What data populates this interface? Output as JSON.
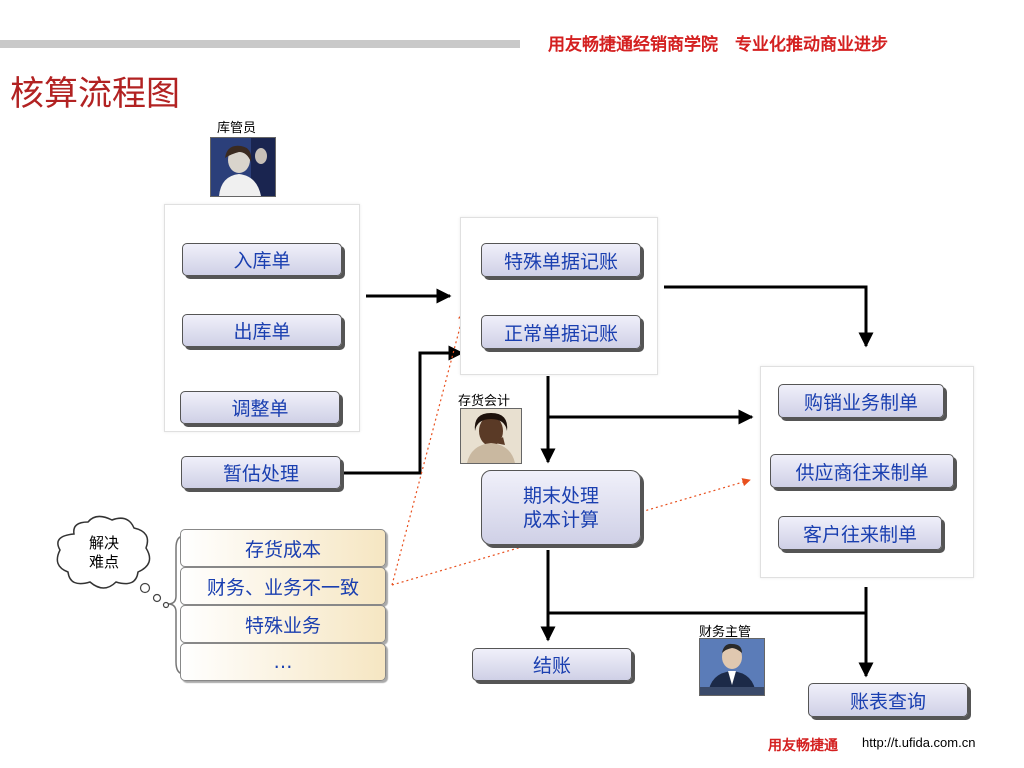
{
  "header": {
    "slogan": "用友畅捷通经销商学院　专业化推动商业进步",
    "title": "核算流程图"
  },
  "roles": {
    "warehouse": "库管员",
    "inventory_accountant": "存货会计",
    "finance_manager": "财务主管"
  },
  "documents": {
    "inbound": "入库单",
    "outbound": "出库单",
    "adjust": "调整单",
    "provisional": "暂估处理"
  },
  "posting": {
    "special": "特殊单据记账",
    "normal": "正常单据记账"
  },
  "period_end": {
    "line1": "期末处理",
    "line2": "成本计算"
  },
  "vouchers": {
    "purchase_sales": "购销业务制单",
    "supplier": "供应商往来制单",
    "customer": "客户往来制单"
  },
  "closing": "结账",
  "report_query": "账表查询",
  "cloud": {
    "line1": "解决",
    "line2": "难点"
  },
  "issues": [
    "存货成本",
    "财务、业务不一致",
    "特殊业务",
    "…"
  ],
  "footer": {
    "brand": "用友畅捷通",
    "url": "http://t.ufida.com.cn"
  },
  "colors": {
    "title_red": "#b22222",
    "doc_text_blue": "#1a3fb0",
    "dotted_arrow": "#e8501e"
  }
}
